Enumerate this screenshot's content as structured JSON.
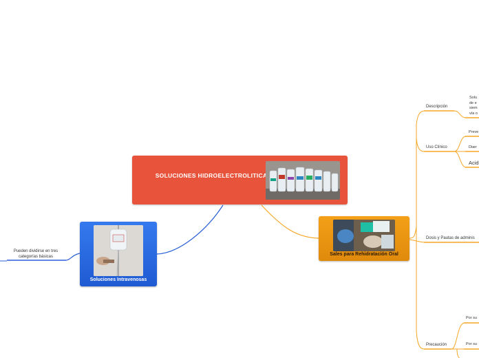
{
  "central": {
    "title": "SOLUCIONES HIDROELECTROLITICAS",
    "image": "iv-solution-bottles"
  },
  "orange_topic": {
    "label": "Sales para Rehidratación Oral",
    "image": "oral-rehydration-photo",
    "color": "#f39c12"
  },
  "blue_topic": {
    "label": "Soluciones Intravenosas",
    "image": "iv-drip-bag-photo",
    "color": "#2a6ae6"
  },
  "blue_sub": {
    "text_line1": "Pueden dividirse en tres",
    "text_line2": "categorías básicas"
  },
  "subtopics": {
    "descripcion": "Descripción",
    "uso_clinico": "Uso Clínico",
    "dosis": "Dosis y Pautas de adminis",
    "precaucion": "Precaución"
  },
  "leaves": {
    "solu_1": "Solu",
    "solu_2": "de e",
    "solu_3": "siem",
    "solu_4": "vía o",
    "preve": "Preve",
    "diarr": "Diarr",
    "acid": "Acido",
    "porsu1": "Por su",
    "porsu2": "Por su"
  },
  "colors": {
    "orange_line": "#f5a623",
    "blue_line": "#2a5fd6",
    "central": "#e8543b"
  }
}
